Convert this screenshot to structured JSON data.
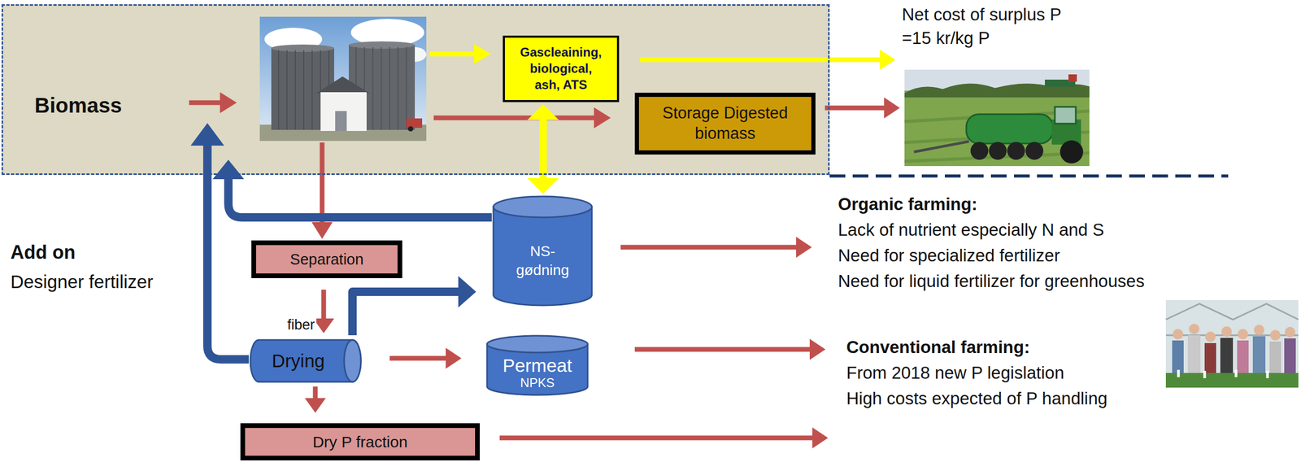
{
  "diagram": {
    "nodes": [
      {
        "text": [
          "Biomass"
        ]
      },
      {
        "text": [
          "Gascleaining, biological, ash, ATS"
        ],
        "in": 0
      },
      {
        "text": [
          "Storage Digested biomass"
        ],
        "in": 0
      },
      {
        "text": [
          "Net cost of surplus P =15 kr/kg P"
        ]
      },
      {
        "text": [
          "NS-gødning"
        ]
      },
      {
        "text": [
          "Separation"
        ]
      },
      {
        "text": [
          "Drying"
        ]
      },
      {
        "text": [
          "Permeat",
          "NPKS"
        ]
      },
      {
        "text": [
          "Dry P fraction"
        ]
      },
      {
        "text": [
          "Organic farming:",
          "Lack of nutrient especially N and S",
          "Need for specialized fertilizer",
          "Need for liquid fertilizer for greenhouses"
        ]
      },
      {
        "text": [
          "Conventional farming:",
          "From 2018 new P legislation",
          "High costs expected of P handling"
        ]
      }
    ],
    "edges": [
      {
        "from": 1,
        "to": 3,
        "arrow": "to"
      },
      {
        "from": 2,
        "to": 3,
        "arrow": "to"
      },
      {
        "from": 1,
        "to": 4,
        "arrow": "both"
      },
      {
        "from": 5,
        "to": 6,
        "label": "fiber",
        "arrow": "to"
      },
      {
        "from": 6,
        "to": 4,
        "arrow": "to"
      },
      {
        "from": 6,
        "to": 7,
        "arrow": "to"
      },
      {
        "from": 6,
        "to": 8,
        "arrow": "to"
      },
      {
        "from": 4,
        "to": 9,
        "arrow": "to"
      },
      {
        "from": 7,
        "to": 10,
        "arrow": "to"
      },
      {
        "from": 8,
        "to": 10,
        "arrow": "to"
      }
    ],
    "labels": [
      "Add on",
      "Designer fertilizer"
    ]
  }
}
